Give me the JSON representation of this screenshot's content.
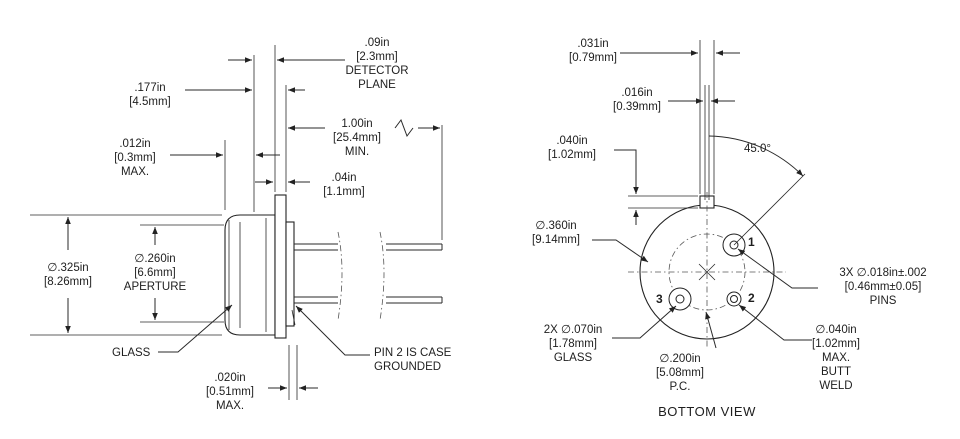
{
  "side_view": {
    "detector_plane": {
      "in": ".09in",
      "mm": "2.3mm",
      "label1": "DETECTOR",
      "label2": "PLANE"
    },
    "dim_177": {
      "in": ".177in",
      "mm": "4.5mm"
    },
    "dim_012": {
      "in": ".012in",
      "mm": "0.3mm",
      "note": "MAX."
    },
    "lead_length": {
      "in": "1.00in",
      "mm": "25.4mm",
      "note": "MIN."
    },
    "dim_04": {
      "in": ".04in",
      "mm": "1.1mm"
    },
    "diameter_325": {
      "in": "∅.325in",
      "mm": "8.26mm"
    },
    "aperture": {
      "in": "∅.260in",
      "mm": "6.6mm",
      "label": "APERTURE"
    },
    "glass_label": "GLASS",
    "pin2_note": {
      "line1": "PIN 2 IS CASE",
      "line2": "GROUNDED"
    },
    "dim_020": {
      "in": ".020in",
      "mm": "0.51mm",
      "note": "MAX."
    }
  },
  "bottom_view": {
    "title": "BOTTOM VIEW",
    "dim_031": {
      "in": ".031in",
      "mm": "0.79mm"
    },
    "dim_016": {
      "in": ".016in",
      "mm": "0.39mm"
    },
    "dim_040_tab": {
      "in": ".040in",
      "mm": "1.02mm"
    },
    "angle": "45.0°",
    "diameter_360": {
      "in": "∅.360in",
      "mm": "9.14mm"
    },
    "pins": {
      "line1": "3X  ∅.018in±.002",
      "line2": "0.46mm±0.05",
      "line3": "PINS"
    },
    "glass": {
      "line1": "2X  ∅.070in",
      "line2": "1.78mm",
      "line3": "GLASS"
    },
    "pitch_circle": {
      "in": "∅.200in",
      "mm": "5.08mm",
      "label": "P.C."
    },
    "butt_weld": {
      "in": "∅.040in",
      "mm": "1.02mm",
      "line1": "MAX.",
      "line2": "BUTT",
      "line3": "WELD"
    },
    "pin_numbers": [
      "1",
      "2",
      "3"
    ]
  }
}
